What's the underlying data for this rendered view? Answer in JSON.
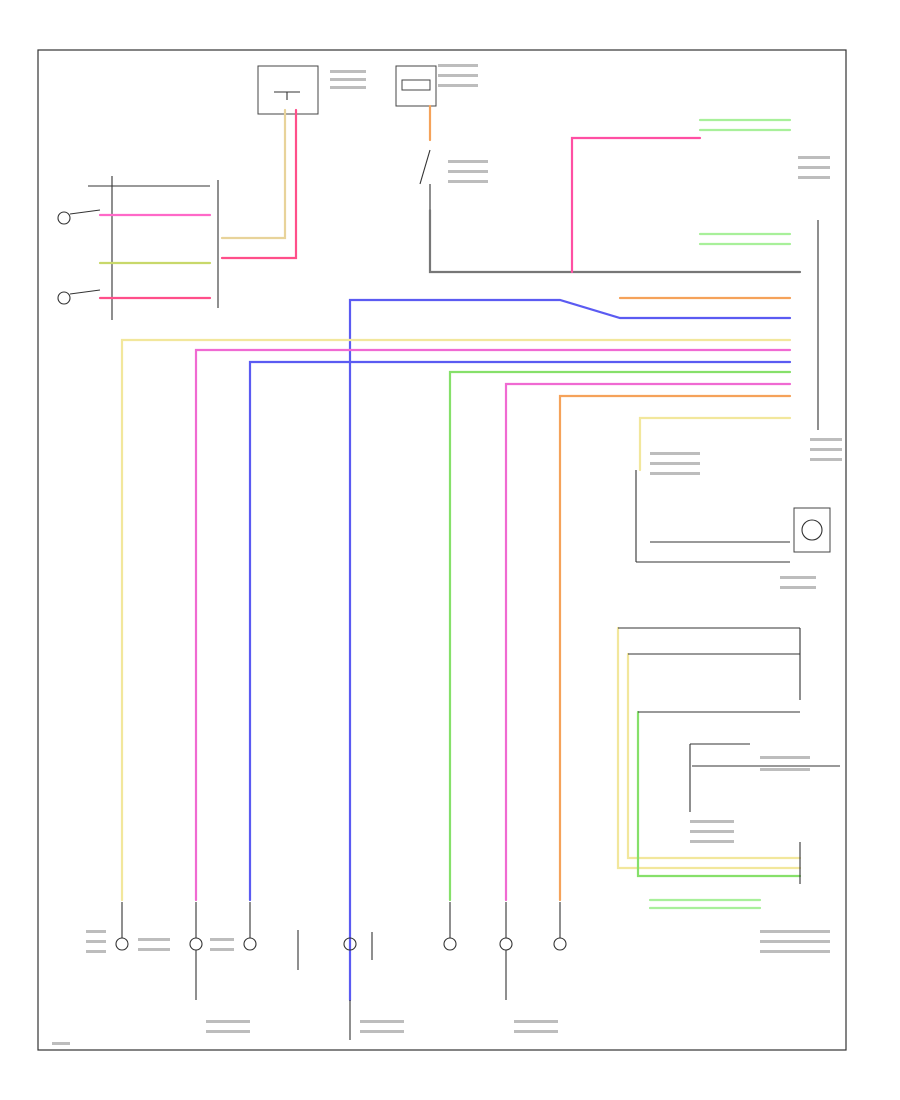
{
  "diagram": {
    "title": "",
    "footer_ref": "",
    "wire_colors": {
      "yellow": "#f2e79c",
      "pink": "#f06ad2",
      "blue": "#5b5bf2",
      "green": "#86e06a",
      "orange": "#f5a25a",
      "lightgreen": "#a8f09a",
      "red": "#ff4fa3",
      "gray": "#888888",
      "black": "#222222"
    },
    "components": [
      {
        "id": "body-control-module",
        "icon": "module-box"
      },
      {
        "id": "junction-fuse-block",
        "icon": "fuse-block"
      },
      {
        "id": "door-switch-left",
        "icon": "door-switch"
      },
      {
        "id": "door-switch-right",
        "icon": "door-switch"
      },
      {
        "id": "dimmer-switch",
        "icon": "dimmer-switch"
      },
      {
        "id": "courtesy-lamps",
        "icon": "lamp"
      },
      {
        "id": "body-control-module-2",
        "icon": "module-box"
      },
      {
        "id": "trunk-lamp",
        "icon": "lamp"
      }
    ],
    "labels": []
  }
}
